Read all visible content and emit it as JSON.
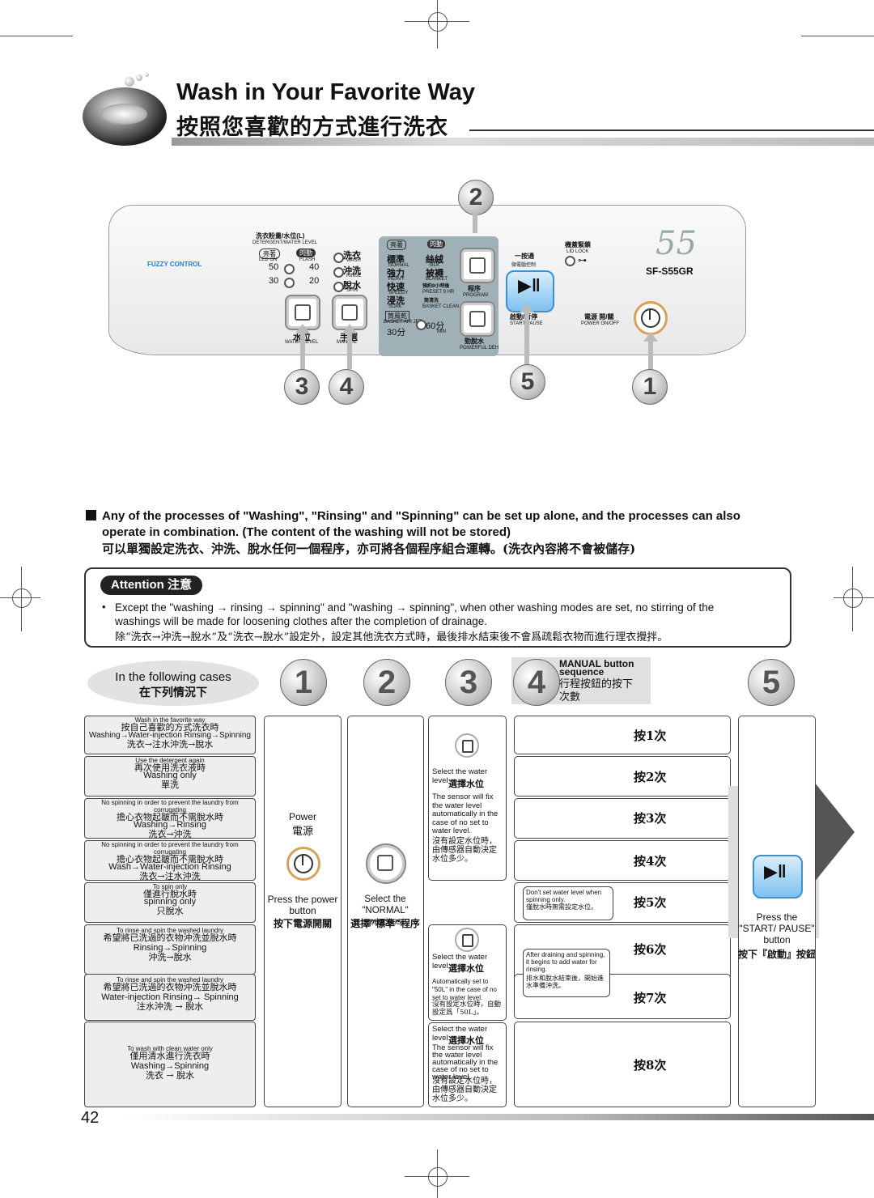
{
  "title": {
    "en": "Wash in Your Favorite Way",
    "zh": "按照您喜歡的方式進行洗衣"
  },
  "panel": {
    "brand": "FUZZY CONTROL",
    "detergent_label": "洗衣粉量/水位(L)",
    "detergent_label_en": "DETERGENT/WATER LEVEL",
    "led_on": "亮著",
    "flash": "閃動",
    "led_on_en": "LED ON",
    "flash_en": "FLASH",
    "levels": [
      "50",
      "40",
      "30",
      "20"
    ],
    "wash": "洗衣",
    "wash_en": "WASH",
    "rinse": "沖洗",
    "rinse_en": "RINSE",
    "spin": "脫水",
    "spin_en": "SPIN",
    "programs_left": [
      "標準",
      "強力",
      "快速",
      "浸洗"
    ],
    "programs_left_en": [
      "NORMAL",
      "HEAVY",
      "SPEEDY",
      "SOAK"
    ],
    "programs_right": [
      "絲絨",
      "被褥",
      "預約9小時後",
      "筒清洗"
    ],
    "programs_right_en": [
      "SILK",
      "BLANKET",
      "PRESET 9 HR",
      "BASKET CLEAN"
    ],
    "air_jet": "筒風乾",
    "air_jet_en": "BASKET AIR JET",
    "min30": "30分",
    "min60": "60分",
    "min_en": "MIN",
    "program": "程序",
    "program_en": "PROGRAM",
    "powerful_dry": "勁脫水",
    "powerful_dry_en": "POWERFUL DEH",
    "one_touch": "一按通",
    "one_touch_sub": "微電腦控制",
    "lid_lock": "機蓋緊鎖",
    "lid_lock_en": "LID LOCK",
    "start_pause": "啟動/暫停",
    "start_pause_en": "START/PAUSE",
    "power": "電源 開/關",
    "power_en": "POWER ON/OFF",
    "water_level": "水位",
    "water_level_en": "WATER LEVEL",
    "manual": "手選",
    "manual_en": "MANUAL",
    "model_num": "55",
    "model": "SF-S55GR",
    "callouts": [
      "2",
      "3",
      "4",
      "5",
      "1"
    ]
  },
  "note": {
    "en": "Any of the processes of \"Washing\", \"Rinsing\" and \"Spinning\" can be set up alone, and the processes can also operate in combination. (The content of the washing will not be stored)",
    "zh": "可以單獨設定洗衣、沖洗、脫水任何一個程序，亦可將各個程序組合運轉。(洗衣內容將不會被儲存)"
  },
  "attention": {
    "label": "Attention 注意",
    "en": "Except the \"washing → rinsing → spinning\" and \"washing → spinning\", when other washing modes are set, no stirring of the washings will be made for loosening clothes after the completion of drainage.",
    "zh": "除“洗衣→沖洗→脫水”及“洗衣→脫水”設定外，設定其他洗衣方式時，最後排水結束後不會爲疏鬆衣物而進行理衣攪拌。"
  },
  "table": {
    "following_en": "In the following cases",
    "following_zh": "在下列情況下",
    "step_numbers": [
      "1",
      "2",
      "3",
      "4",
      "5"
    ],
    "manual_head_en": "MANUAL button sequence",
    "manual_head_zh": "行程按鈕的按下次數",
    "cases": [
      {
        "l1": "Wash in the favorite way",
        "l2": "按自己喜歡的方式洗衣時",
        "l3": "Washing→Water-injection Rinsing→Spinning",
        "l4": "洗衣→注水沖洗→脫水"
      },
      {
        "l1": "Use the detergent again",
        "l2": "再次使用洗衣液時",
        "l3": "Washing only",
        "l4": "單洗"
      },
      {
        "l1": "No spinning in order to prevent the laundry from corrugating",
        "l2": "擔心衣物起皺而不需脫水時",
        "l3": "Washing→Rinsing",
        "l4": "洗衣→沖洗"
      },
      {
        "l1": "No spinning in order to prevent the laundry from corrugating",
        "l2": "擔心衣物起皺而不需脫水時",
        "l3": "Wash→Water-injection Rinsing",
        "l4": "洗衣→注水沖洗"
      },
      {
        "l1": "To spin only",
        "l2": "僅進行脫水時",
        "l3": "spinning only",
        "l4": "只脫水"
      },
      {
        "l1": "To rinse and spin the washed laundry",
        "l2": "希望將已洗過的衣物沖洗並脫水時",
        "l3": "Rinsing→Spinning",
        "l4": "沖洗→脫水"
      },
      {
        "l1": "To rinse and spin the washed laundry",
        "l2": "希望將已洗過的衣物沖洗並脫水時",
        "l3": "Water-injection Rinsing→ Spinning",
        "l4": "注水沖洗 → 脫水"
      },
      {
        "l1": "To wash with clean water only",
        "l2": "僅用清水進行洗衣時",
        "l3": "Washing→Spinning",
        "l4": "洗衣 → 脫水"
      }
    ],
    "col1": {
      "title_en": "Power",
      "title_zh": "電源",
      "text_en": "Press the power button",
      "text_zh": "按下電源開關"
    },
    "col2": {
      "text_en": "Select the \"NORMAL\" process",
      "text_zh": "選擇“標準”程序"
    },
    "col3a": {
      "title_en": "Select the water level",
      "title_zh": "選擇水位",
      "text_en": "The sensor will fix the water level automatically in the case of no set to water level.",
      "text_zh": "沒有設定水位時，由傳感器自動決定水位多少。"
    },
    "col3b": {
      "title_en": "Select the water level",
      "title_zh": "選擇水位",
      "text_en": "Automatically set to \"50L\" in the case of no set to water level.",
      "text_zh": "沒有設定水位時，自動設定爲「50L」。"
    },
    "col3c": {
      "title_en": "Select the water level",
      "title_zh": "選擇水位",
      "text_en": "The sensor will fix the water level automatically in the case of no set to water level.",
      "text_zh": "沒有設定水位時，由傳感器自動決定水位多少。"
    },
    "presses": [
      "按1次",
      "按2次",
      "按3次",
      "按4次",
      "按5次",
      "按6次",
      "按7次",
      "按8次"
    ],
    "callout1": {
      "en": "Don't set water level when spinning only.",
      "zh": "僅脫水時無需設定水位。"
    },
    "callout2": {
      "en": "After draining and spinning, it begins to add water for rinsing.",
      "zh": "排水和脫水結束後，開始進水準備沖洗。"
    },
    "col5": {
      "en": "Press the \"START/ PAUSE\" button",
      "zh": "按下『啟動』按鈕"
    }
  },
  "page_number": "42"
}
